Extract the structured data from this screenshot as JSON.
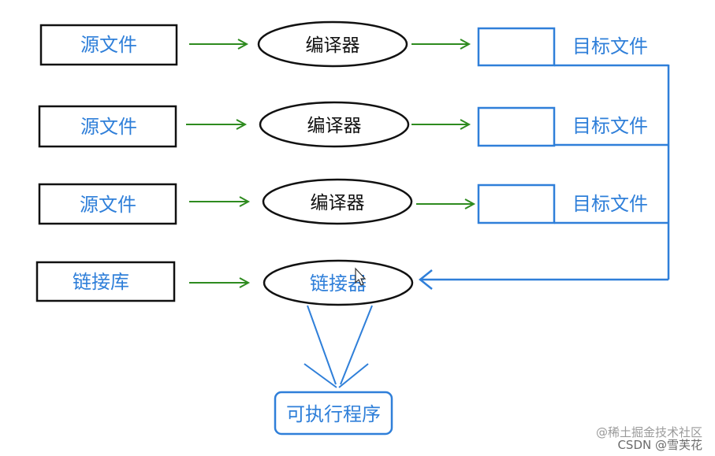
{
  "nodes": {
    "source_label": "源文件",
    "compiler_label": "编译器",
    "object_label": "目标文件",
    "library_label": "链接库",
    "linker_label": "链接器",
    "executable_label": "可执行程序"
  },
  "watermarks": {
    "line1": "@稀土掘金技术社区",
    "line2": "CSDN @雪芙花"
  },
  "colors": {
    "green_arrow": "#2e8b1f",
    "blue": "#2f7fd9",
    "black": "#111111"
  }
}
